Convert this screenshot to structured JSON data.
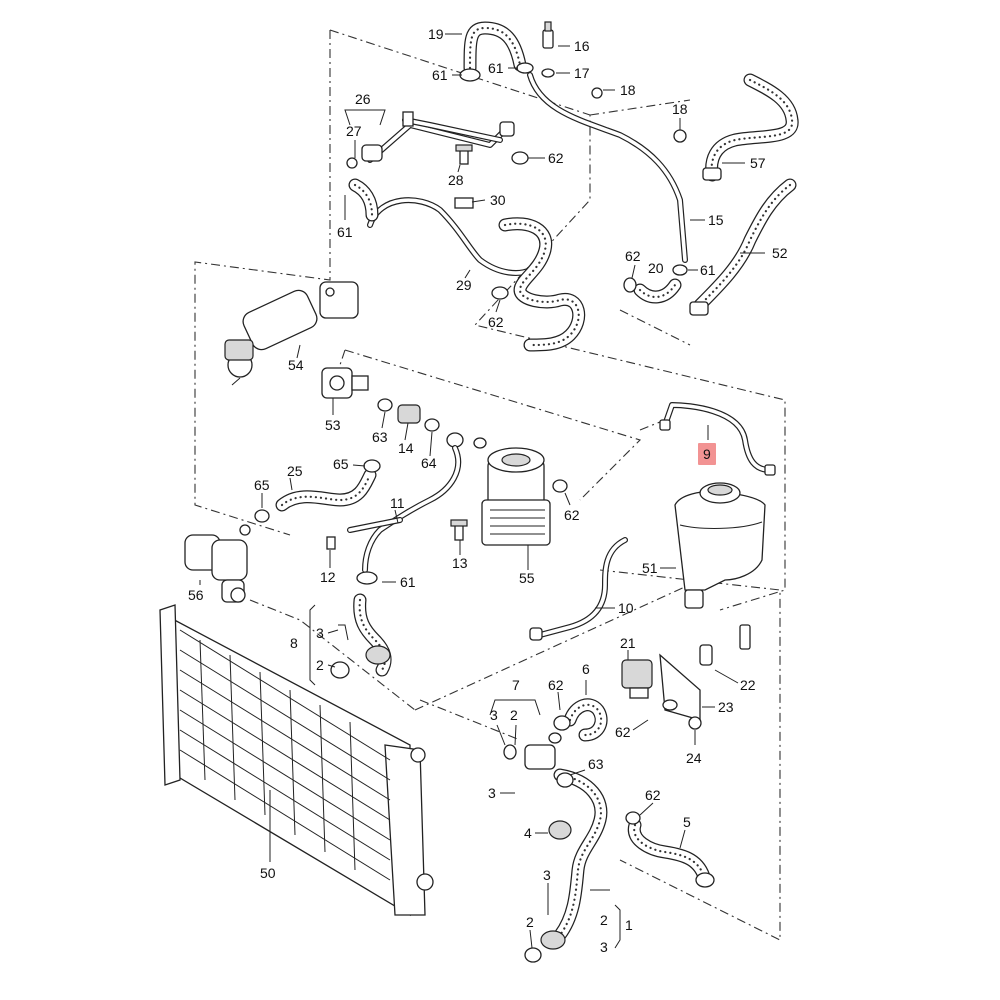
{
  "callouts": [
    {
      "id": "c19",
      "text": "19"
    },
    {
      "id": "c16",
      "text": "16"
    },
    {
      "id": "c61a",
      "text": "61"
    },
    {
      "id": "c61b",
      "text": "61"
    },
    {
      "id": "c17",
      "text": "17"
    },
    {
      "id": "c18a",
      "text": "18"
    },
    {
      "id": "c18b",
      "text": "18"
    },
    {
      "id": "c26",
      "text": "26"
    },
    {
      "id": "c27",
      "text": "27"
    },
    {
      "id": "c62a",
      "text": "62"
    },
    {
      "id": "c57",
      "text": "57"
    },
    {
      "id": "c28",
      "text": "28"
    },
    {
      "id": "c30",
      "text": "30"
    },
    {
      "id": "c15",
      "text": "15"
    },
    {
      "id": "c61c",
      "text": "61"
    },
    {
      "id": "c62b",
      "text": "62"
    },
    {
      "id": "c20",
      "text": "20"
    },
    {
      "id": "c61d",
      "text": "61"
    },
    {
      "id": "c52",
      "text": "52"
    },
    {
      "id": "c29",
      "text": "29"
    },
    {
      "id": "c62c",
      "text": "62"
    },
    {
      "id": "c54",
      "text": "54"
    },
    {
      "id": "c53",
      "text": "53"
    },
    {
      "id": "c63a",
      "text": "63"
    },
    {
      "id": "c14",
      "text": "14"
    },
    {
      "id": "c64",
      "text": "64"
    },
    {
      "id": "c9",
      "text": "9"
    },
    {
      "id": "c65a",
      "text": "65"
    },
    {
      "id": "c25",
      "text": "25"
    },
    {
      "id": "c65b",
      "text": "65"
    },
    {
      "id": "c11",
      "text": "11"
    },
    {
      "id": "c62d",
      "text": "62"
    },
    {
      "id": "c51",
      "text": "51"
    },
    {
      "id": "c12",
      "text": "12"
    },
    {
      "id": "c13",
      "text": "13"
    },
    {
      "id": "c61e",
      "text": "61"
    },
    {
      "id": "c55",
      "text": "55"
    },
    {
      "id": "c56",
      "text": "56"
    },
    {
      "id": "c10",
      "text": "10"
    },
    {
      "id": "c8",
      "text": "8"
    },
    {
      "id": "c3a",
      "text": "3"
    },
    {
      "id": "c2a",
      "text": "2"
    },
    {
      "id": "c21",
      "text": "21"
    },
    {
      "id": "c22",
      "text": "22"
    },
    {
      "id": "c6",
      "text": "6"
    },
    {
      "id": "c7",
      "text": "7"
    },
    {
      "id": "c62e",
      "text": "62"
    },
    {
      "id": "c3b",
      "text": "3"
    },
    {
      "id": "c2b",
      "text": "2"
    },
    {
      "id": "c23",
      "text": "23"
    },
    {
      "id": "c62f",
      "text": "62"
    },
    {
      "id": "c24",
      "text": "24"
    },
    {
      "id": "c63b",
      "text": "63"
    },
    {
      "id": "c3c",
      "text": "3"
    },
    {
      "id": "c62g",
      "text": "62"
    },
    {
      "id": "c5",
      "text": "5"
    },
    {
      "id": "c4",
      "text": "4"
    },
    {
      "id": "c50",
      "text": "50"
    },
    {
      "id": "c3d",
      "text": "3"
    },
    {
      "id": "c2c",
      "text": "2"
    },
    {
      "id": "c1",
      "text": "1"
    },
    {
      "id": "c2d",
      "text": "2"
    },
    {
      "id": "c3e",
      "text": "3"
    }
  ],
  "colors": {
    "highlight": "#f08080",
    "line": "#222222",
    "background": "#ffffff"
  }
}
